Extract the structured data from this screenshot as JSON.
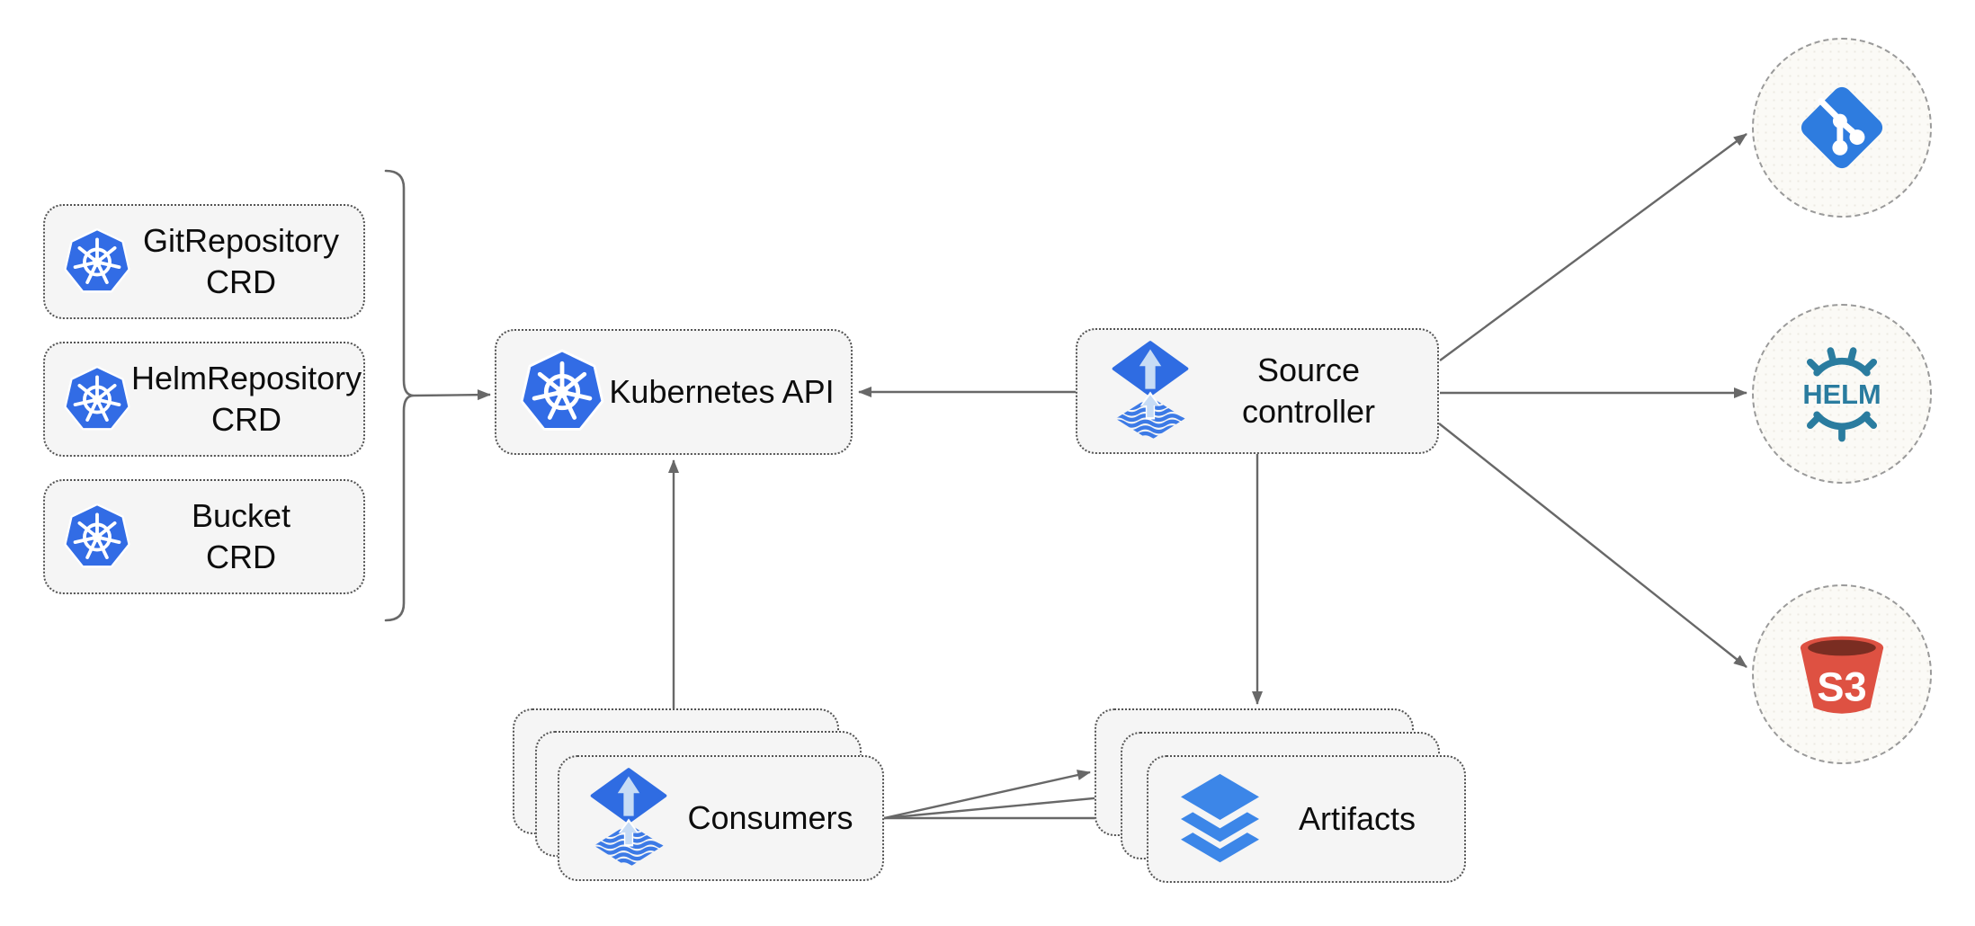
{
  "nodes": {
    "crds": [
      {
        "line1": "GitRepository",
        "line2": "CRD"
      },
      {
        "line1": "HelmRepository",
        "line2": "CRD"
      },
      {
        "line1": "Bucket",
        "line2": "CRD"
      }
    ],
    "kubernetes_api": {
      "label": "Kubernetes API"
    },
    "source_controller": {
      "line1": "Source",
      "line2": "controller"
    },
    "consumers": {
      "label": "Consumers"
    },
    "artifacts": {
      "label": "Artifacts"
    },
    "git": {
      "icon": "git-icon"
    },
    "helm": {
      "icon": "helm-icon",
      "text": "HELM"
    },
    "s3": {
      "icon": "s3-bucket-icon",
      "text": "S3"
    }
  },
  "colors": {
    "kubernetes_blue": "#326CE5",
    "flux_blue": "#2F6CE2",
    "flux_arrow": "#C7DCF5",
    "flux_stripes": "#3C7AE6",
    "git_blue": "#2E7CDF",
    "helm_teal": "#2A7C9F",
    "s3_red": "#DE5142",
    "s3_dark": "#7A2D22",
    "artifact_blue": "#3C86E8",
    "box_fill": "#F5F5F5",
    "box_border": "#545454",
    "circle_fill": "#FBFAF6",
    "circle_border": "#9A9A9A",
    "edge": "#686868",
    "text": "#0D0D0D"
  }
}
